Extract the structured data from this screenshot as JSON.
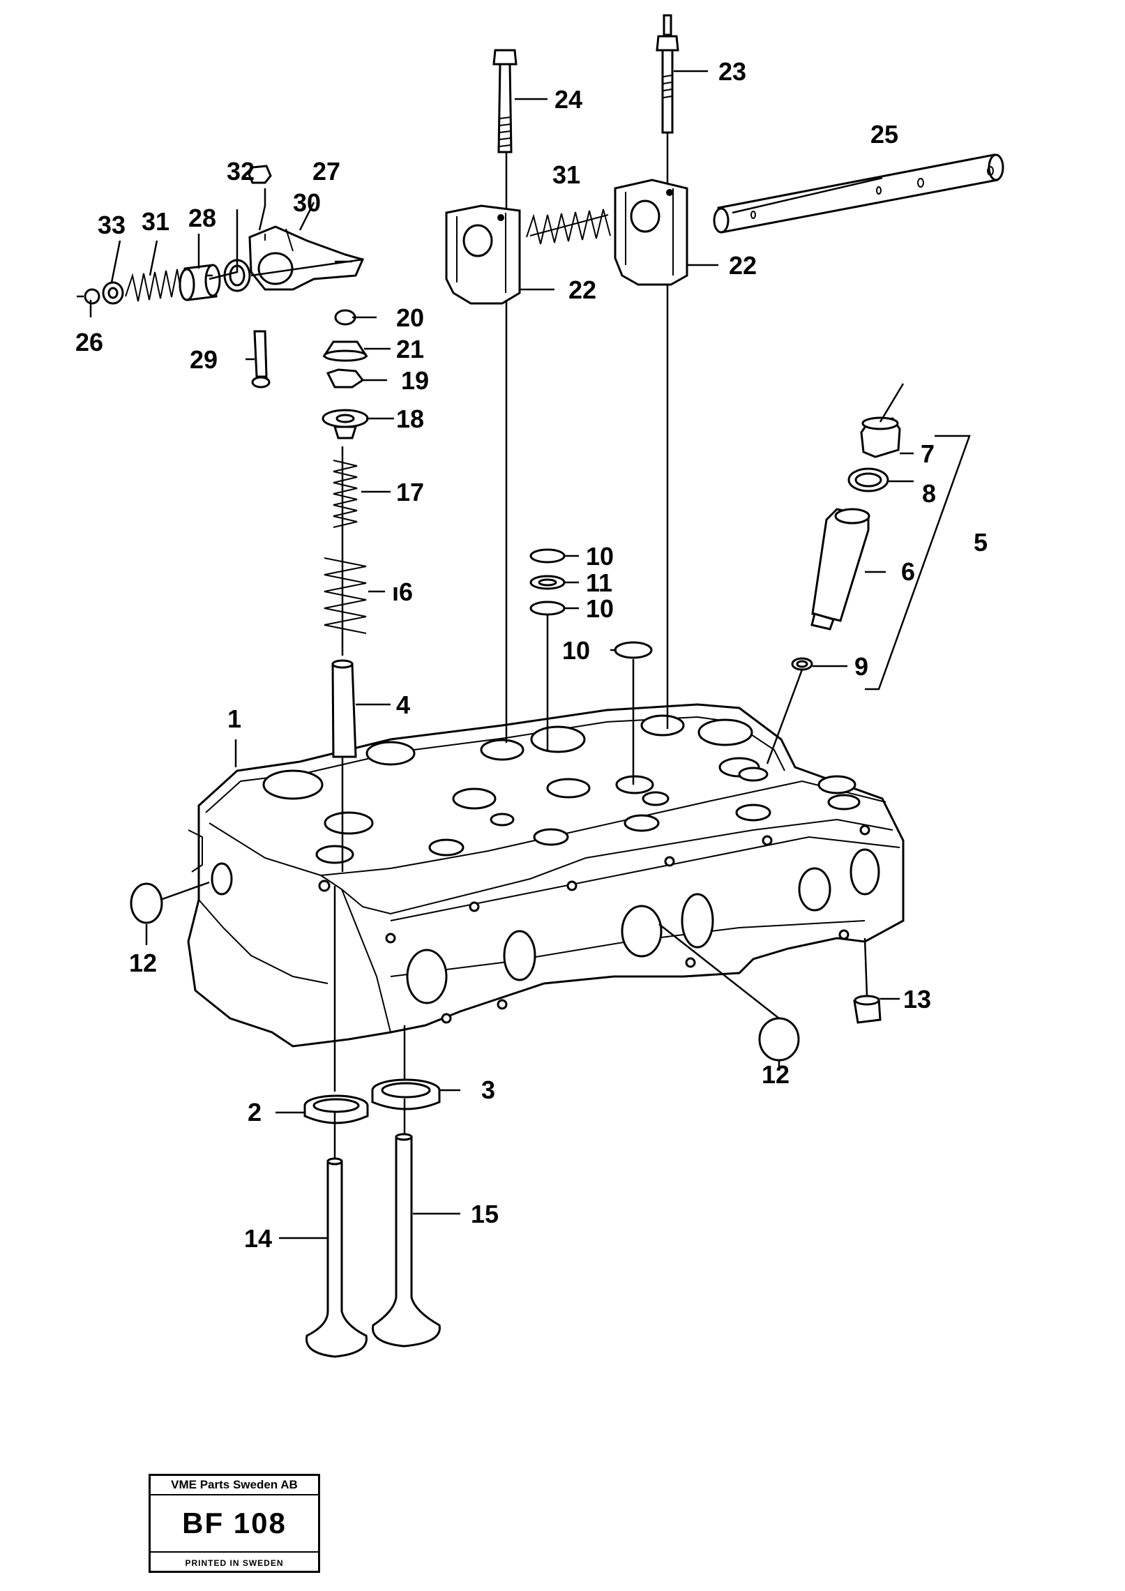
{
  "labels": {
    "l1": "1",
    "l2": "2",
    "l3": "3",
    "l4": "4",
    "l5": "5",
    "l6": "6",
    "l7": "7",
    "l8": "8",
    "l9": "9",
    "l10a": "10",
    "l10b": "10",
    "l10c": "10",
    "l11": "11",
    "l12a": "12",
    "l12b": "12",
    "l13": "13",
    "l14": "14",
    "l15": "15",
    "l16": "ı6",
    "l17": "17",
    "l18": "18",
    "l19": "19",
    "l20": "20",
    "l21": "21",
    "l22a": "22",
    "l22b": "22",
    "l23": "23",
    "l24": "24",
    "l25": "25",
    "l26": "26",
    "l27": "27",
    "l28": "28",
    "l29": "29",
    "l30": "30",
    "l31a": "31",
    "l31b": "31",
    "l32": "32",
    "l33": "33"
  },
  "title_block": {
    "company": "VME Parts Sweden AB",
    "code": "BF 108",
    "printed": "PRINTED IN SWEDEN"
  }
}
